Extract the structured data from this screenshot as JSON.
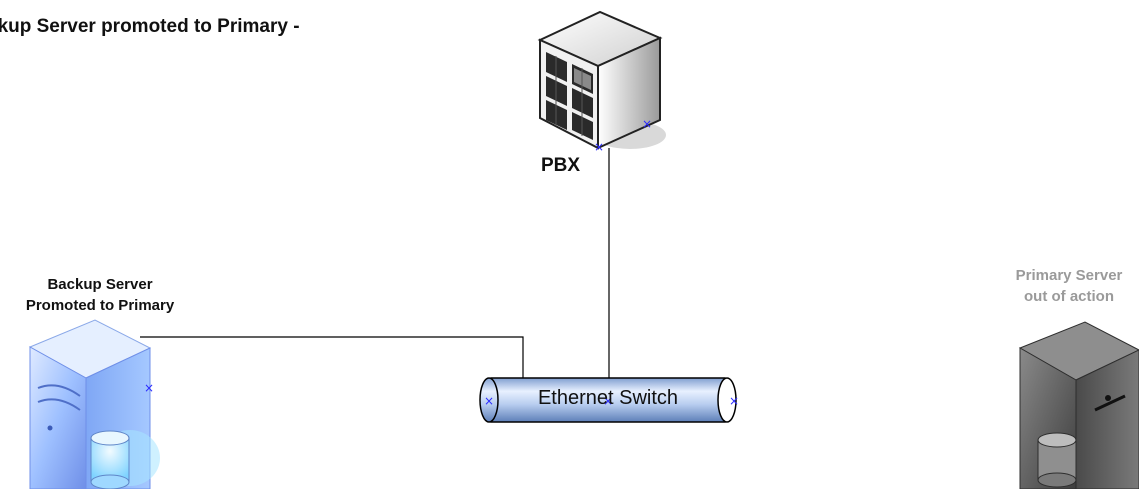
{
  "title": "ckup Server promoted to Primary  -",
  "nodes": {
    "pbx": {
      "label": "PBX",
      "icon": "pbx-tower-icon"
    },
    "backup_server": {
      "line1": "Backup Server",
      "line2": "Promoted to Primary",
      "icon": "server-icon",
      "color": "#7ea9ff"
    },
    "primary_server": {
      "line1": "Primary Server",
      "line2": "out of action",
      "icon": "server-icon",
      "color": "#6a6a6a"
    },
    "switch": {
      "label": "Ethernet Switch",
      "icon": "ethernet-switch-icon"
    }
  },
  "colors": {
    "text": "#111111",
    "muted_text": "#9a9a9a",
    "connector": "#000000",
    "switch_fill": "#b9cff0"
  }
}
